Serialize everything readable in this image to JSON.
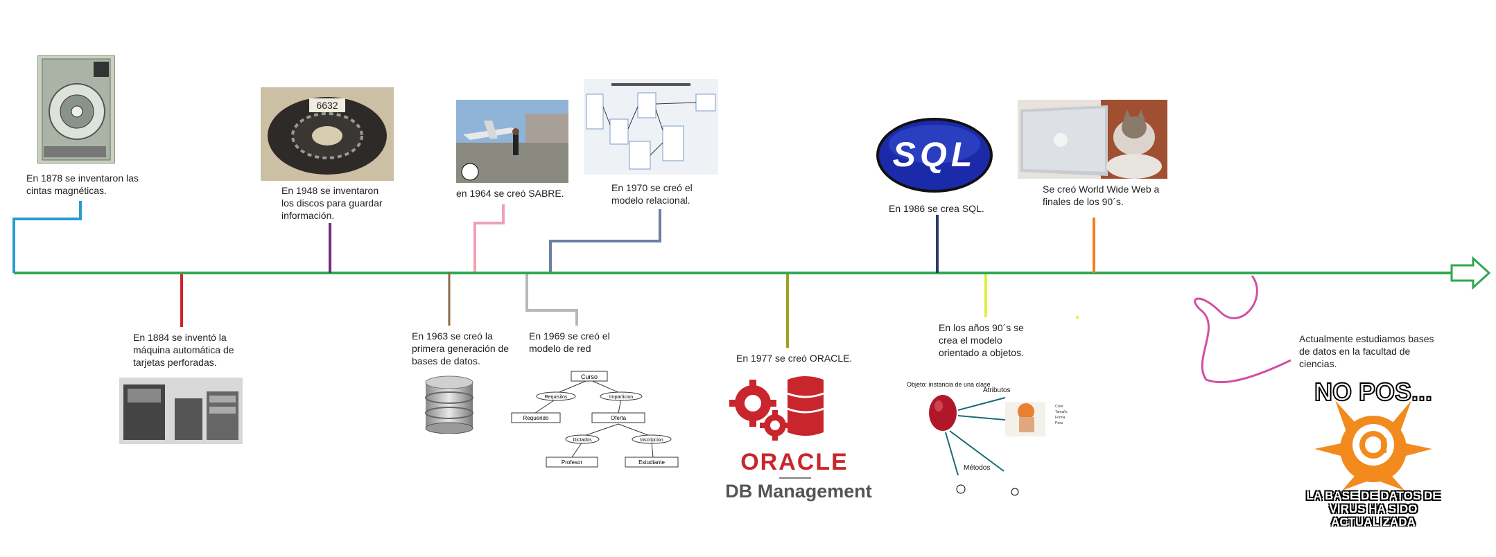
{
  "events": [
    {
      "id": "e1878",
      "text": "En 1878 se inventaron las cintas magnéticas."
    },
    {
      "id": "e1884",
      "text": "En 1884 se inventó la máquina automática de tarjetas perforadas."
    },
    {
      "id": "e1948",
      "text": "En 1948 se inventaron los discos para guardar información."
    },
    {
      "id": "e1963",
      "text": "En 1963 se creó la primera generación de bases de datos."
    },
    {
      "id": "e1964",
      "text": "en 1964 se creó SABRE."
    },
    {
      "id": "e1969",
      "text": "En 1969 se creó el modelo de red"
    },
    {
      "id": "e1970",
      "text": "En 1970 se creó el modelo relacional."
    },
    {
      "id": "e1977",
      "text": "En 1977 se creó ORACLE."
    },
    {
      "id": "e1986",
      "text": "En 1986 se crea SQL."
    },
    {
      "id": "e90s",
      "text": "En los años 90´s se crea el modelo orientado a objetos."
    },
    {
      "id": "eweb",
      "text": "Se creó World Wide Web a finales de los 90´s."
    },
    {
      "id": "enow",
      "text": "Actualmente estudiamos bases de datos en la facultad de ciencias."
    }
  ],
  "images": {
    "sql_logo": "SQL",
    "oracle_logo": "ORACLE",
    "oracle_sub": "DB Management",
    "network_model": {
      "root": "Curso",
      "mid": [
        "Requisitos",
        "Imparticion"
      ],
      "nodes": [
        "Requerido",
        "Oferta"
      ],
      "leaves_mid": [
        "Dictados",
        "Inscripcion"
      ],
      "leaves": [
        "Profesor",
        "Estudiante"
      ]
    },
    "oop": {
      "title": "Objeto: instancia de una clase",
      "attributes": "Atributos",
      "attr_items": [
        "Color",
        "Tamaño",
        "Forma",
        "Peso"
      ],
      "methods": "Métodos"
    },
    "meme": {
      "top": "NO POS...",
      "bottom": "LA BASE DE DATOS DE VIRUS HA SIDO ACTUALIZADA"
    },
    "disk_label": "6632"
  },
  "colors": {
    "axis": "#2fa84f",
    "c1878": "#2a9bd0",
    "c1884": "#d4202a",
    "c1948": "#7a2a80",
    "c1963": "#8a6a4a",
    "c1964": "#f0a0b8",
    "c1969": "#b8b8b8",
    "c1970": "#6a80a0",
    "c1977": "#a0a020",
    "c1986": "#2a3a6a",
    "c90s": "#e0f040",
    "cweb": "#f08020",
    "cnow": "#d050a0"
  }
}
